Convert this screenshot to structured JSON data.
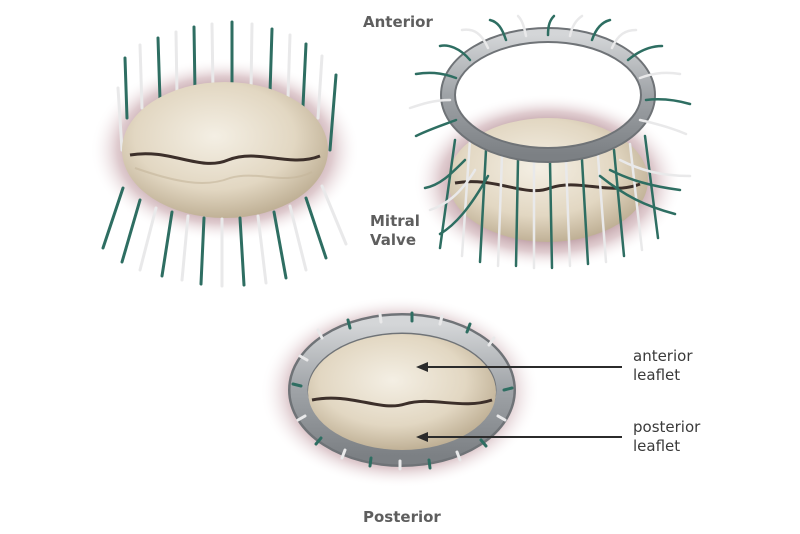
{
  "labels": {
    "top": "Anterior",
    "middle_line1": "Mitral",
    "middle_line2": "Valve",
    "bottom": "Posterior"
  },
  "annotations": [
    {
      "line1": "anterior",
      "line2": "leaflet"
    },
    {
      "line1": "posterior",
      "line2": "leaflet"
    }
  ],
  "colors": {
    "suture_green": "#2e6e62",
    "suture_white": "#e9e9ea",
    "ring_gray": "#a7aaad",
    "leaflet_cream": "#e6dcc9",
    "tissue_pink": "#b98d95"
  }
}
